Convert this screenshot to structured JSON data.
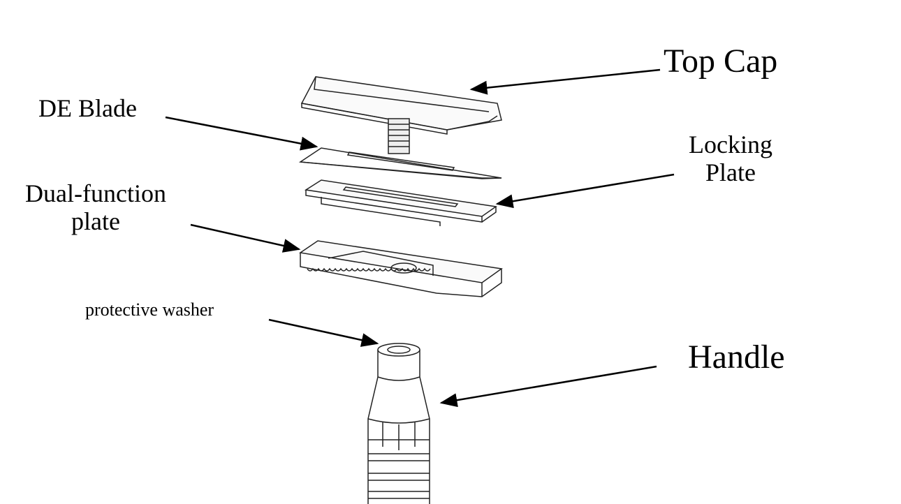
{
  "labels": {
    "top_cap": "Top Cap",
    "de_blade": "DE Blade",
    "locking_plate_line1": "Locking",
    "locking_plate_line2": "Plate",
    "dual_function_line1": "Dual-function",
    "dual_function_line2": "plate",
    "protective_washer": "protective washer",
    "handle": "Handle"
  }
}
